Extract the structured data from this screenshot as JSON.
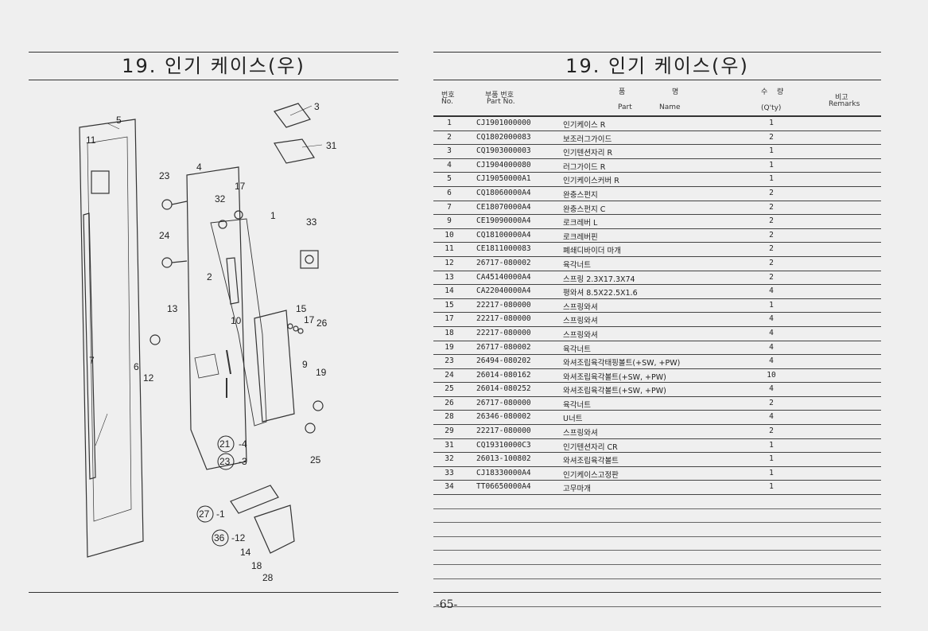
{
  "title": "19. 인기 케이스(우)",
  "page_number": "-65-",
  "headers": {
    "no_ko": "번호",
    "no_en": "No.",
    "part_no_ko": "부품 번호",
    "part_no_en": "Part  No.",
    "name_ko_1": "품",
    "name_ko_2": "명",
    "name_en_1": "Part",
    "name_en_2": "Name",
    "qty_ko_1": "수",
    "qty_ko_2": "량",
    "qty_en": "(Q'ty)",
    "remarks_ko": "비고",
    "remarks_en": "Remarks"
  },
  "rows": [
    {
      "no": "1",
      "part_no": "CJ1901000000",
      "name": "인기케이스 R",
      "qty": "1"
    },
    {
      "no": "2",
      "part_no": "CQ1802000083",
      "name": "보조러그가이드",
      "qty": "2"
    },
    {
      "no": "3",
      "part_no": "CQ1903000003",
      "name": "인기텐션자리 R",
      "qty": "1"
    },
    {
      "no": "4",
      "part_no": "CJ1904000080",
      "name": "러그가이드 R",
      "qty": "1"
    },
    {
      "no": "5",
      "part_no": "CJ19050000A1",
      "name": "인기케이스커버 R",
      "qty": "1"
    },
    {
      "no": "6",
      "part_no": "CQ18060000A4",
      "name": "완충스펀지",
      "qty": "2"
    },
    {
      "no": "7",
      "part_no": "CE18070000A4",
      "name": "완충스펀지 C",
      "qty": "2"
    },
    {
      "no": "9",
      "part_no": "CE19090000A4",
      "name": "로크레버 L",
      "qty": "2"
    },
    {
      "no": "10",
      "part_no": "CQ18100000A4",
      "name": "로크레버핀",
      "qty": "2"
    },
    {
      "no": "11",
      "part_no": "CE1811000083",
      "name": "폐쇄디바이더 마개",
      "qty": "2"
    },
    {
      "no": "12",
      "part_no": "26717-080002",
      "name": "육각너트",
      "qty": "2"
    },
    {
      "no": "13",
      "part_no": "CA45140000A4",
      "name": "스프링 2.3X17.3X74",
      "qty": "2"
    },
    {
      "no": "14",
      "part_no": "CA22040000A4",
      "name": "평와셔 8.5X22.5X1.6",
      "qty": "4"
    },
    {
      "no": "15",
      "part_no": "22217-080000",
      "name": "스프링와셔",
      "qty": "1"
    },
    {
      "no": "17",
      "part_no": "22217-080000",
      "name": "스프링와셔",
      "qty": "4"
    },
    {
      "no": "18",
      "part_no": "22217-080000",
      "name": "스프링와셔",
      "qty": "4"
    },
    {
      "no": "19",
      "part_no": "26717-080002",
      "name": "육각너트",
      "qty": "4"
    },
    {
      "no": "23",
      "part_no": "26494-080202",
      "name": "와셔조립육각태핑볼트(+SW, +PW)",
      "qty": "4"
    },
    {
      "no": "24",
      "part_no": "26014-080162",
      "name": "와셔조립육각볼트(+SW, +PW)",
      "qty": "10"
    },
    {
      "no": "25",
      "part_no": "26014-080252",
      "name": "와셔조립육각볼트(+SW, +PW)",
      "qty": "4"
    },
    {
      "no": "26",
      "part_no": "26717-080000",
      "name": "육각너트",
      "qty": "2"
    },
    {
      "no": "28",
      "part_no": "26346-080002",
      "name": "U너트",
      "qty": "4"
    },
    {
      "no": "29",
      "part_no": "22217-080000",
      "name": "스프링와셔",
      "qty": "2"
    },
    {
      "no": "31",
      "part_no": "CQ19310000C3",
      "name": "인기텐션자리 CR",
      "qty": "1"
    },
    {
      "no": "32",
      "part_no": "26013-100802",
      "name": "와셔조립육각볼트",
      "qty": "1"
    },
    {
      "no": "33",
      "part_no": "CJ18330000A4",
      "name": "인기케이스고정판",
      "qty": "1"
    },
    {
      "no": "34",
      "part_no": "TT06650000A4",
      "name": "고무마개",
      "qty": "1"
    }
  ],
  "diagram_labels": {
    "l1": "1",
    "l2": "2",
    "l3": "3",
    "l4": "4",
    "l5": "5",
    "l6": "6",
    "l7": "7",
    "l9": "9",
    "l10": "10",
    "l11": "11",
    "l12": "12",
    "l13": "13",
    "l14": "14",
    "l15": "15",
    "l17": "17",
    "l17b": "17",
    "l18": "18",
    "l19": "19",
    "l21": "21",
    "l23": "23",
    "l23b": "23",
    "l24": "24",
    "l25": "25",
    "l26": "26",
    "l27": "27",
    "l28": "28",
    "l31": "31",
    "l32": "32",
    "l33": "33",
    "l36": "36",
    "s4": "-4",
    "s3": "-3",
    "s1": "-1",
    "s12": "-12"
  }
}
